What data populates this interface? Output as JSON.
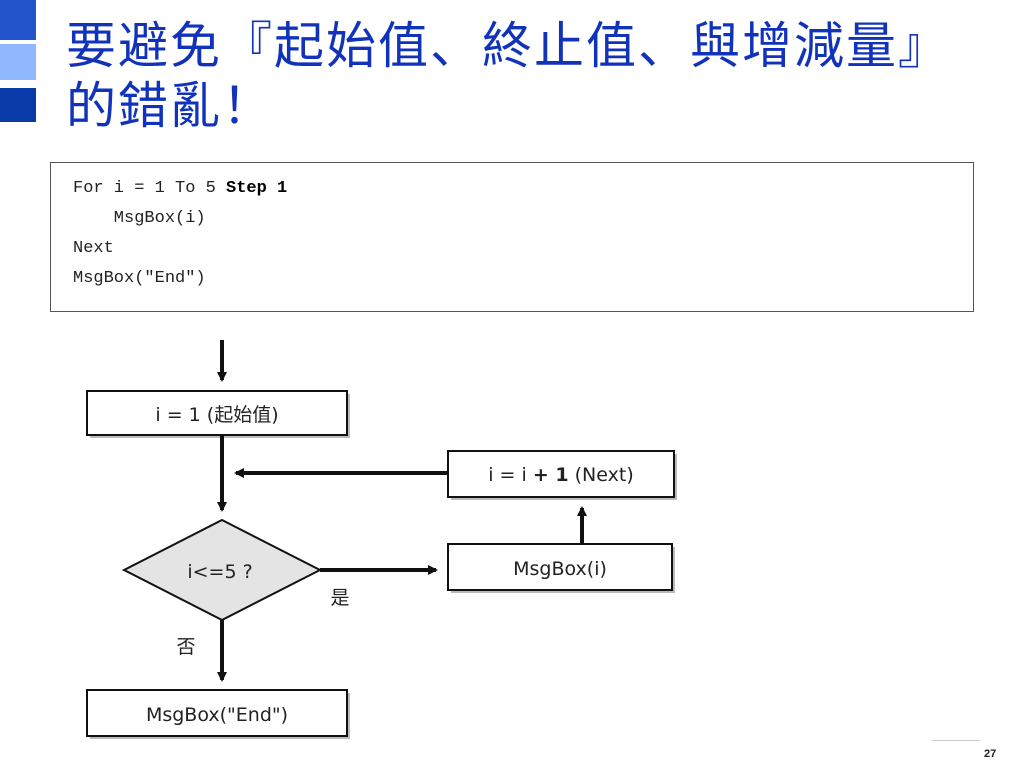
{
  "slide": {
    "title_line1": "要避免『起始值、終止值、與增減量』",
    "title_line2": "的錯亂！",
    "page_number": "27"
  },
  "code": {
    "line1_prefix": "For i = 1 To 5 ",
    "line1_step": "Step 1",
    "line2": "    MsgBox(i)",
    "line3": "Next",
    "line4": "MsgBox(\"End\")"
  },
  "flowchart": {
    "init_box": "i = 1 (起始值)",
    "increment_prefix": "i = i ",
    "increment_bold": "+ 1",
    "increment_suffix": " (Next)",
    "condition": "i<=5 ?",
    "body_box": "MsgBox(i)",
    "yes_label": "是",
    "no_label": "否",
    "end_box": "MsgBox(\"End\")"
  },
  "colors": {
    "title": "#1133bb",
    "diamond_fill": "#e4e4e4",
    "arrow": "#111111"
  }
}
